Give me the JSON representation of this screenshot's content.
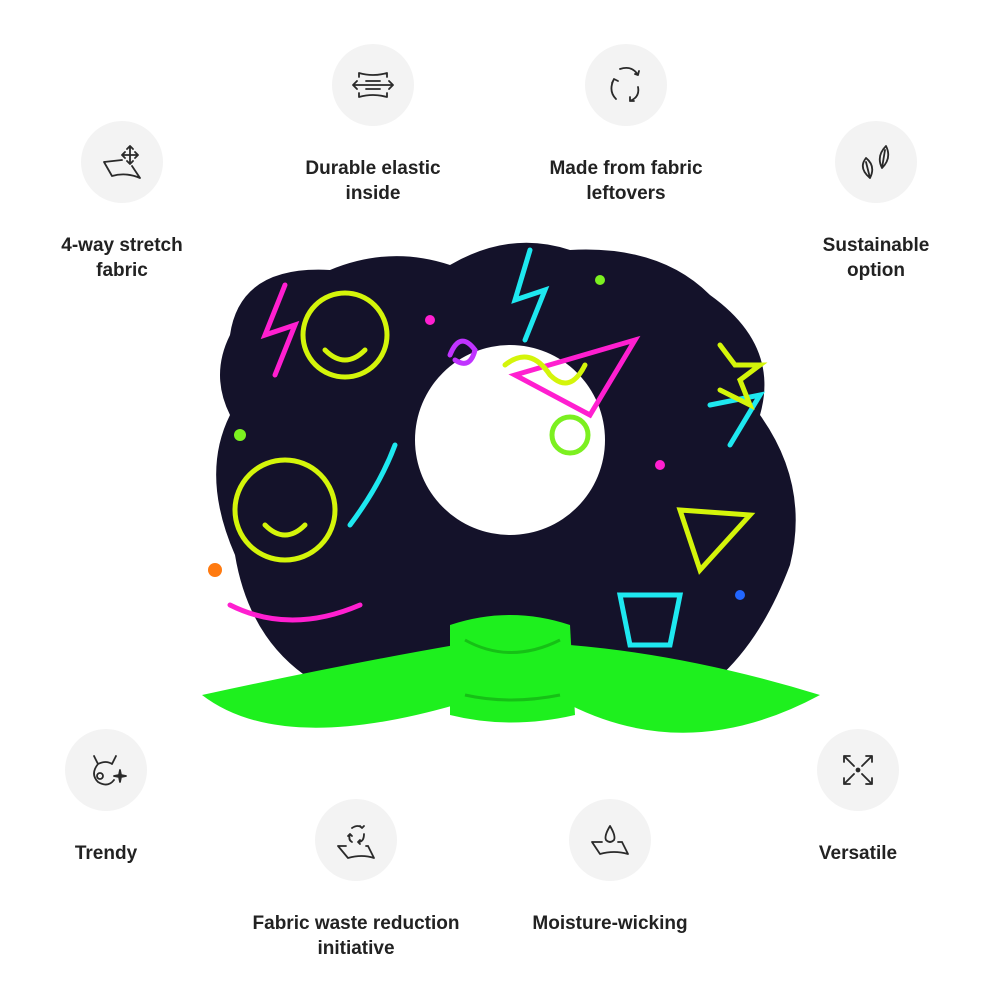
{
  "features": [
    {
      "label": "4-way stretch\nfabric",
      "icon": "stretch-fabric-icon"
    },
    {
      "label": "Durable elastic\ninside",
      "icon": "elastic-icon"
    },
    {
      "label": "Made from fabric\nleftovers",
      "icon": "recycle-icon"
    },
    {
      "label": "Sustainable\noption",
      "icon": "leaves-icon"
    },
    {
      "label": "Trendy",
      "icon": "trendy-cat-sparkle-icon"
    },
    {
      "label": "Fabric waste reduction\ninitiative",
      "icon": "recycle-fabric-icon"
    },
    {
      "label": "Moisture-wicking",
      "icon": "water-drop-icon"
    },
    {
      "label": "Versatile",
      "icon": "expand-arrows-icon"
    }
  ],
  "colors": {
    "fabric": "#14122a",
    "bow": "#1ef01e",
    "circle": "#f3f3f3"
  }
}
